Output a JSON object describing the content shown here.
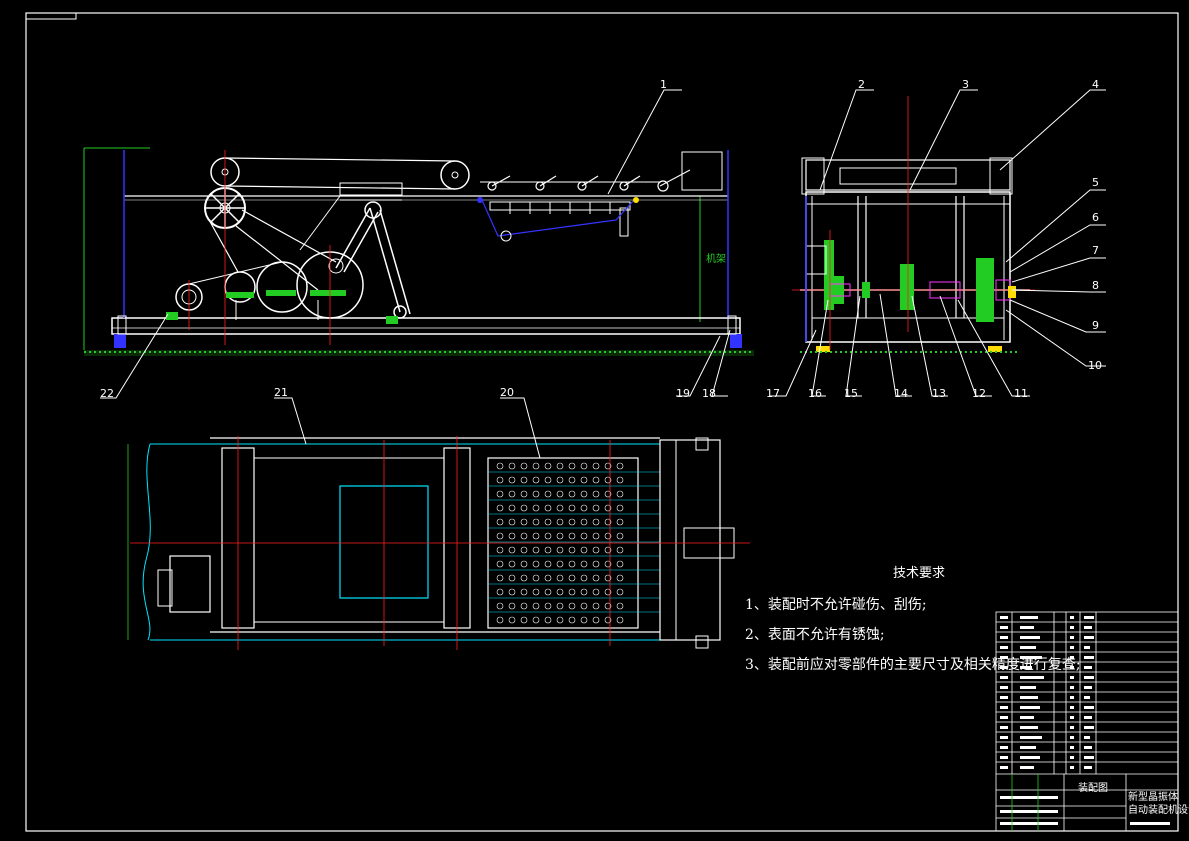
{
  "drawing": {
    "callouts": [
      "1",
      "2",
      "3",
      "4",
      "5",
      "6",
      "7",
      "8",
      "9",
      "10",
      "11",
      "12",
      "13",
      "14",
      "15",
      "16",
      "17",
      "18",
      "19",
      "20",
      "21",
      "22"
    ],
    "side_label": "机架",
    "requirements_title": "技术要求",
    "requirements": [
      "1、装配时不允许碰伤、刮伤;",
      "2、表面不允许有锈蚀;",
      "3、装配前应对零部件的主要尺寸及相关精度进行复查;"
    ],
    "title_block": {
      "drawing_name": "装配图",
      "project_line1": "新型晶振体",
      "project_line2": "自动装配机设计"
    }
  },
  "colors": {
    "background": "#000000",
    "outline": "#ffffff",
    "centerline": "#ff2020",
    "dimension": "#22cc22",
    "hidden": "#3333ff",
    "cyan": "#00e5ff",
    "green_fill": "#22cc22",
    "yellow": "#ffdd00",
    "magenta": "#ff33ff"
  }
}
